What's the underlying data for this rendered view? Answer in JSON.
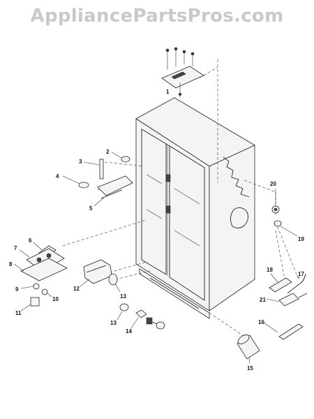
{
  "watermark": "AppliancePartsPros.com",
  "callouts": [
    "1",
    "2",
    "3",
    "4",
    "5",
    "6",
    "7",
    "8",
    "9",
    "10",
    "11",
    "12",
    "13",
    "13",
    "14",
    "15",
    "16",
    "17",
    "18",
    "19",
    "20",
    "21"
  ]
}
